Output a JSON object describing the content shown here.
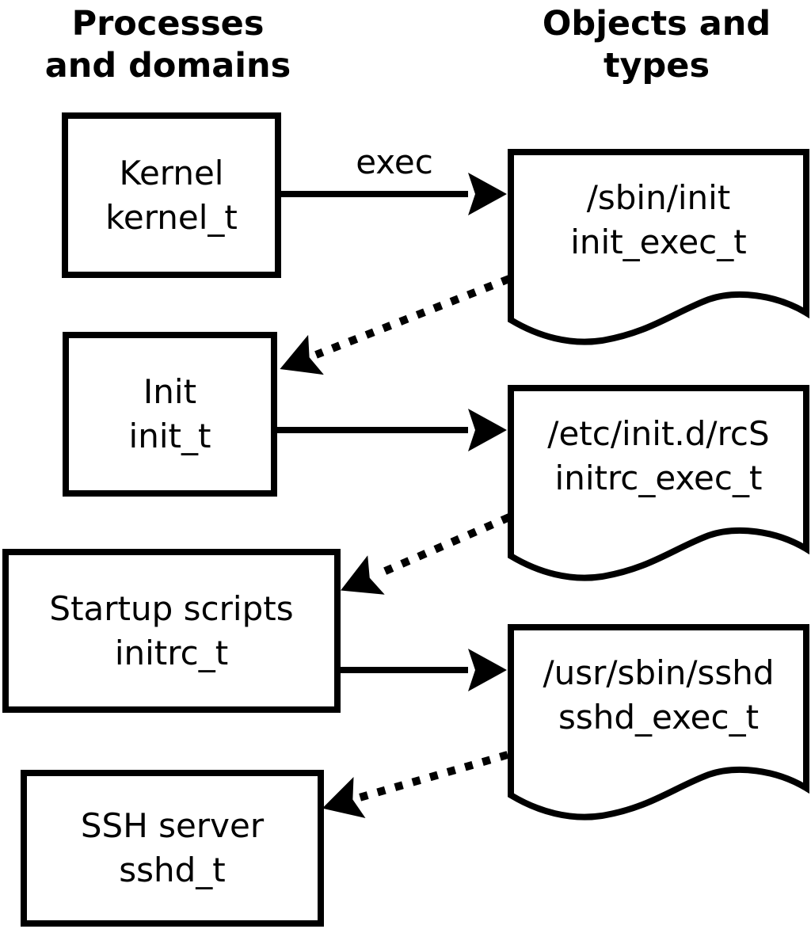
{
  "headers": {
    "left": {
      "line1": "Processes",
      "line2": "and domains"
    },
    "right": {
      "line1": "Objects and",
      "line2": "types"
    }
  },
  "processes": [
    {
      "name": "Kernel",
      "type": "kernel_t"
    },
    {
      "name": "Init",
      "type": "init_t"
    },
    {
      "name": "Startup scripts",
      "type": "initrc_t"
    },
    {
      "name": "SSH server",
      "type": "sshd_t"
    }
  ],
  "objects": [
    {
      "path": "/sbin/init",
      "type": "init_exec_t"
    },
    {
      "path": "/etc/init.d/rcS",
      "type": "initrc_exec_t"
    },
    {
      "path": "/usr/sbin/sshd",
      "type": "sshd_exec_t"
    }
  ],
  "edges": [
    {
      "from": "kernel_t",
      "to": "init_exec_t",
      "style": "solid",
      "label": "exec"
    },
    {
      "from": "init_exec_t",
      "to": "init_t",
      "style": "dotted",
      "label": ""
    },
    {
      "from": "init_t",
      "to": "initrc_exec_t",
      "style": "solid",
      "label": ""
    },
    {
      "from": "initrc_exec_t",
      "to": "initrc_t",
      "style": "dotted",
      "label": ""
    },
    {
      "from": "initrc_t",
      "to": "sshd_exec_t",
      "style": "solid",
      "label": ""
    },
    {
      "from": "sshd_exec_t",
      "to": "sshd_t",
      "style": "dotted",
      "label": ""
    }
  ],
  "colors": {
    "foreground": "#000000",
    "background": "#ffffff"
  }
}
